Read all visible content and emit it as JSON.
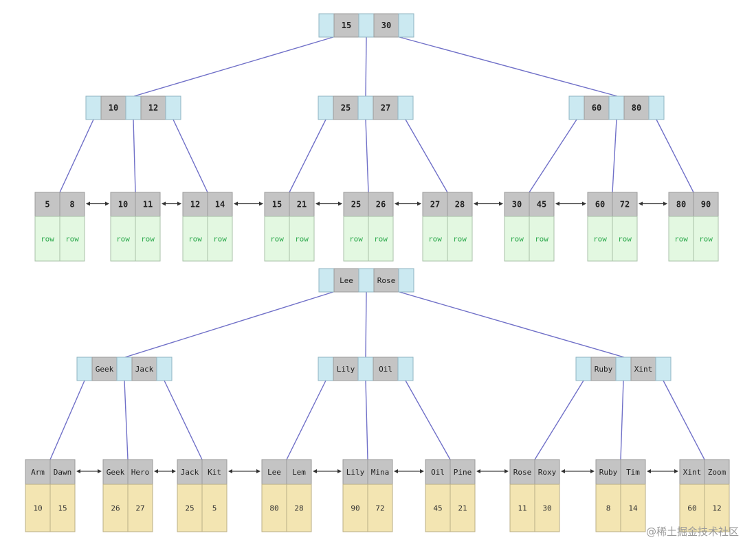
{
  "colors": {
    "pointer_cell": "#cbe9f1",
    "key_cell": "#c4c4c4",
    "row_cell": "#e3f8e1",
    "value_cell": "#f3e5b2",
    "tree_edge": "#7070c8",
    "row_text": "#2aa84a"
  },
  "tree1": {
    "root": [
      "15",
      "30"
    ],
    "internal": [
      [
        "10",
        "12"
      ],
      [
        "25",
        "27"
      ],
      [
        "60",
        "80"
      ]
    ],
    "leaves": [
      {
        "keys": [
          "5",
          "8"
        ],
        "vals": [
          "row",
          "row"
        ]
      },
      {
        "keys": [
          "10",
          "11"
        ],
        "vals": [
          "row",
          "row"
        ]
      },
      {
        "keys": [
          "12",
          "14"
        ],
        "vals": [
          "row",
          "row"
        ]
      },
      {
        "keys": [
          "15",
          "21"
        ],
        "vals": [
          "row",
          "row"
        ]
      },
      {
        "keys": [
          "25",
          "26"
        ],
        "vals": [
          "row",
          "row"
        ]
      },
      {
        "keys": [
          "27",
          "28"
        ],
        "vals": [
          "row",
          "row"
        ]
      },
      {
        "keys": [
          "30",
          "45"
        ],
        "vals": [
          "row",
          "row"
        ]
      },
      {
        "keys": [
          "60",
          "72"
        ],
        "vals": [
          "row",
          "row"
        ]
      },
      {
        "keys": [
          "80",
          "90"
        ],
        "vals": [
          "row",
          "row"
        ]
      }
    ]
  },
  "tree2": {
    "root": [
      "Lee",
      "Rose"
    ],
    "internal": [
      [
        "Geek",
        "Jack"
      ],
      [
        "Lily",
        "Oil"
      ],
      [
        "Ruby",
        "Xint"
      ]
    ],
    "leaves": [
      {
        "keys": [
          "Arm",
          "Dawn"
        ],
        "vals": [
          "10",
          "15"
        ]
      },
      {
        "keys": [
          "Geek",
          "Hero"
        ],
        "vals": [
          "26",
          "27"
        ]
      },
      {
        "keys": [
          "Jack",
          "Kit"
        ],
        "vals": [
          "25",
          "5"
        ]
      },
      {
        "keys": [
          "Lee",
          "Lem"
        ],
        "vals": [
          "80",
          "28"
        ]
      },
      {
        "keys": [
          "Lily",
          "Mina"
        ],
        "vals": [
          "90",
          "72"
        ]
      },
      {
        "keys": [
          "Oil",
          "Pine"
        ],
        "vals": [
          "45",
          "21"
        ]
      },
      {
        "keys": [
          "Rose",
          "Roxy"
        ],
        "vals": [
          "11",
          "30"
        ]
      },
      {
        "keys": [
          "Ruby",
          "Tim"
        ],
        "vals": [
          "8",
          "14"
        ]
      },
      {
        "keys": [
          "Xint",
          "Zoom"
        ],
        "vals": [
          "60",
          "12"
        ]
      }
    ]
  },
  "watermark": "@稀土掘金技术社区"
}
